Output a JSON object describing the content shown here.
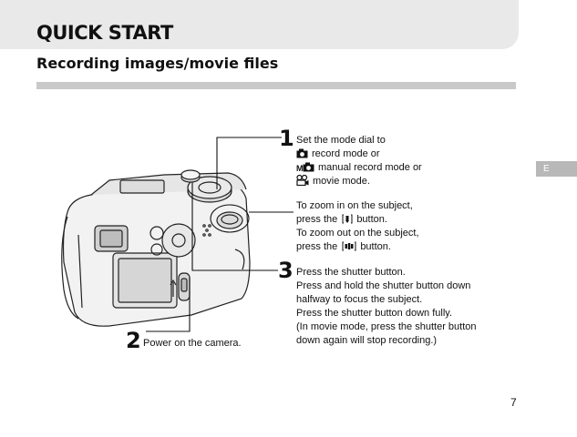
{
  "header": {
    "title": "QUICK START",
    "subtitle": "Recording images/movie files"
  },
  "side_tab": {
    "label": "E"
  },
  "steps": {
    "step1": {
      "number": "1",
      "line1": "Set the mode dial to",
      "mode_record": "record mode or",
      "mode_manual": "manual record mode or",
      "mode_movie": "movie mode.",
      "icons": [
        "camera-icon",
        "manual-camera-icon",
        "movie-camera-icon"
      ]
    },
    "zoom": {
      "in_line1": "To zoom in on the subject,",
      "in_line2_pre": "press the",
      "in_line2_post": "button.",
      "out_line1": "To zoom out on the subject,",
      "out_line2_pre": "press the",
      "out_line2_post": "button.",
      "icons": [
        "zoom-tele-icon",
        "zoom-wide-icon"
      ]
    },
    "step2": {
      "number": "2",
      "text": "Power on the camera."
    },
    "step3": {
      "number": "3",
      "lines": [
        "Press the shutter button.",
        "Press and hold the shutter button down",
        "halfway to focus the subject.",
        "Press the shutter button down fully.",
        "(In movie mode, press the shutter button",
        "down again will stop recording.)"
      ]
    }
  },
  "page_number": "7",
  "colors": {
    "header_band": "#e9e9e9",
    "rule_bar": "#c9c9c9",
    "side_tab": "#b8b8b8"
  }
}
